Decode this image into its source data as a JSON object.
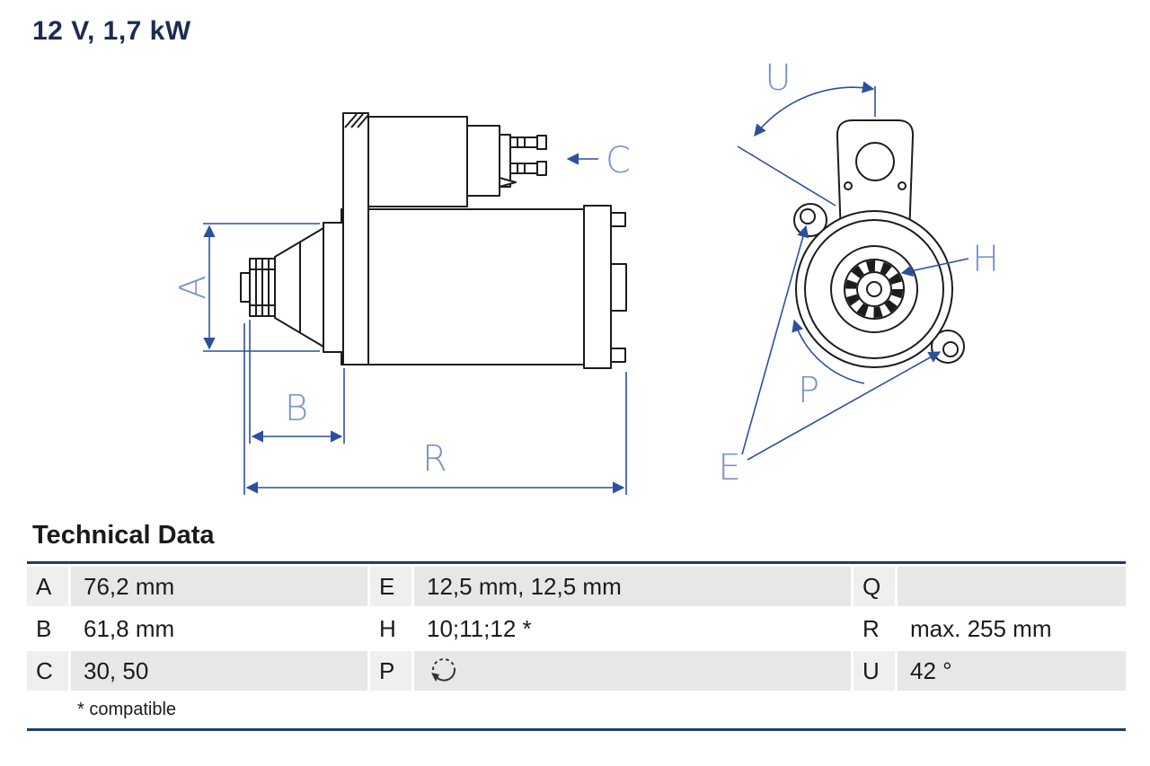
{
  "title": "12 V, 1,7 kW",
  "diagram": {
    "name": "starter-motor-technical-drawing",
    "dim_labels": {
      "A": "A",
      "B": "B",
      "C": "C",
      "R": "R",
      "U": "U",
      "H": "H",
      "P": "P",
      "E": "E"
    }
  },
  "table": {
    "heading": "Technical Data",
    "rows": [
      {
        "c1k": "A",
        "c1v": "76,2 mm",
        "c2k": "E",
        "c2v": "12,5 mm, 12,5 mm",
        "c3k": "Q",
        "c3v": ""
      },
      {
        "c1k": "B",
        "c1v": "61,8 mm",
        "c2k": "H",
        "c2v": "10;11;12 *",
        "c3k": "R",
        "c3v": "max. 255 mm"
      },
      {
        "c1k": "C",
        "c1v": "30, 50",
        "c2k": "P",
        "c2v": "",
        "c3k": "U",
        "c3v": "42 °"
      }
    ],
    "p_icon": "rotation-direction-icon",
    "footnote": "* compatible"
  },
  "colors": {
    "dimension_line": "#2d4f9e",
    "dimension_label": "#7b93cc",
    "drawing_line": "#1c1c1c",
    "table_shade": "#e7e7e7",
    "table_border": "#1e3c6e",
    "title": "#1c2b50"
  }
}
